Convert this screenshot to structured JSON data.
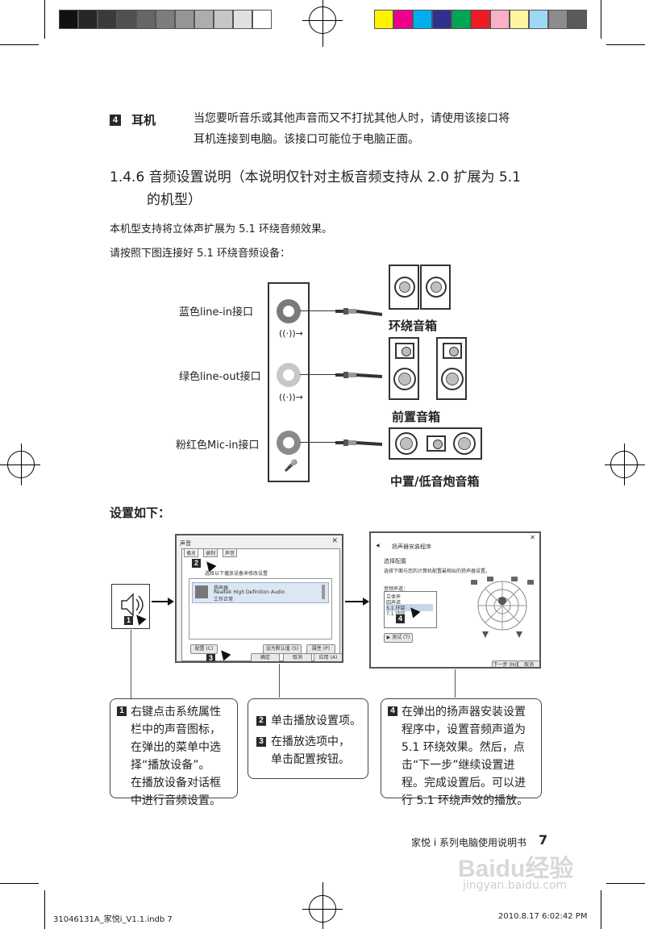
{
  "section_headphone": {
    "num": "4",
    "label": "耳机",
    "desc_line1": "当您要听音乐或其他声音而又不打扰其他人时，请使用该接口将",
    "desc_line2": "耳机连接到电脑。该接口可能位于电脑正面。"
  },
  "heading": {
    "line1": "1.4.6 音频设置说明（本说明仅针对主板音频支持从 2.0 扩展为 5.1",
    "line2": "的机型）"
  },
  "intro": {
    "p1": "本机型支持将立体声扩展为 5.1 环绕音频效果。",
    "p2": "请按照下图连接好 5.1 环绕音频设备："
  },
  "ports": {
    "blue": "蓝色line-in接口",
    "green": "绿色line-out接口",
    "pink": "粉红色Mic-in接口"
  },
  "speakers": {
    "surround": "环绕音箱",
    "front": "前置音箱",
    "center": "中置/低音炮音箱"
  },
  "setup_title": "设置如下：",
  "sound_dialog": {
    "title": "声音",
    "tabs": [
      "播放",
      "录制",
      "声音"
    ],
    "hint": "选择以下播放设备来修改设置",
    "device_name": "扬声器",
    "device_driver": "Realtek High Definition Audio",
    "device_status": "工作正常",
    "configure": "配置 (C)",
    "set_default": "设为默认值 (S)",
    "properties": "属性 (P)",
    "ok": "确定",
    "cancel": "取消",
    "apply": "应用 (A)"
  },
  "speaker_setup_dialog": {
    "title": "扬声器安装程序",
    "heading": "选择配置",
    "hint": "选择下面与您的计算机配置最相似的扬声器设置。",
    "channels_label": "音频声道：",
    "channels": [
      "立体声",
      "四声道",
      "5.1 环绕",
      "7.1 环绕"
    ],
    "test": "▶ 测试 (T)",
    "next": "下一步 (N)",
    "cancel": "取消"
  },
  "step_markers": [
    "1",
    "2",
    "3",
    "4"
  ],
  "callouts": {
    "c1_num": "1",
    "c1_lines": [
      "右键点击系统属性",
      "栏中的声音图标，",
      "在弹出的菜单中选",
      "择“播放设备”。",
      "在播放设备对话框",
      "中进行音频设置。"
    ],
    "c2_num": "2",
    "c2_text": "单击播放设置项。",
    "c3_num": "3",
    "c3_line1": "在播放选项中，",
    "c3_line2": "单击配置按钮。",
    "c4_num": "4",
    "c4_lines": [
      "在弹出的扬声器安装设置",
      "程序中，设置音频声道为",
      "5.1 环绕效果。然后，点",
      "击“下一步”继续设置进",
      "程。完成设置后。可以进",
      "行 5.1 环绕声效的播放。"
    ]
  },
  "footer": {
    "book": "家悦 i 系列电脑使用说明书",
    "page": "7",
    "file": "31046131A_家悦i_V1.1.indb   7",
    "date": "2010.8.17    6:02:42 PM",
    "watermark_logo": "Baidu经验",
    "watermark_url": "jingyan.baidu.com"
  },
  "colors": {
    "gray_swatches": [
      "#111111",
      "#262626",
      "#3a3a3a",
      "#505050",
      "#666666",
      "#7d7d7d",
      "#959595",
      "#adadad",
      "#c6c6c6",
      "#e0e0e0",
      "#ffffff"
    ],
    "color_swatches": [
      "#fff200",
      "#ec008c",
      "#00aeef",
      "#2e3192",
      "#00a651",
      "#ed1c24",
      "#fbb0c8",
      "#fff5a0",
      "#9fd8f4",
      "#8c8c8c",
      "#5a5a5a"
    ],
    "blue_jack": "#7a7a7a",
    "green_jack": "#bcbcbc",
    "pink_jack": "#8a8a8a"
  }
}
